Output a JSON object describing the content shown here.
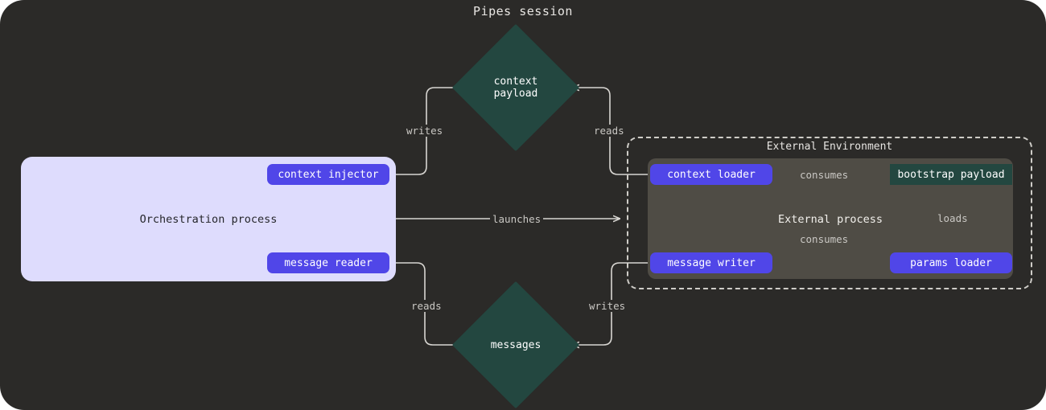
{
  "diagram": {
    "title": "Pipes session",
    "background_color": "#2b2a28",
    "accent_purple": "#5046e8",
    "accent_teal": "#234740",
    "accent_lavender": "#dedcfd",
    "accent_gray": "#4f4c45"
  },
  "orchestration": {
    "label": "Orchestration process",
    "nodes": [
      {
        "id": "context-injector",
        "label": "context injector"
      },
      {
        "id": "message-reader",
        "label": "message reader"
      }
    ]
  },
  "external_environment": {
    "label": "External Environment",
    "process_label": "External process",
    "nodes": [
      {
        "id": "context-loader",
        "label": "context loader"
      },
      {
        "id": "message-writer",
        "label": "message writer"
      },
      {
        "id": "params-loader",
        "label": "params loader"
      },
      {
        "id": "bootstrap-payload",
        "label": "bootstrap payload"
      }
    ]
  },
  "stores": [
    {
      "id": "context-payload",
      "line1": "context",
      "line2": "payload"
    },
    {
      "id": "messages",
      "line1": "messages",
      "line2": ""
    }
  ],
  "edges": [
    {
      "id": "writes-context",
      "label": "writes",
      "from": "context injector",
      "to": "context payload"
    },
    {
      "id": "reads-context",
      "label": "reads",
      "from": "context loader",
      "to": "context payload"
    },
    {
      "id": "launches",
      "label": "launches",
      "from": "Orchestration process",
      "to": "External Environment"
    },
    {
      "id": "reads-messages",
      "label": "reads",
      "from": "message reader",
      "to": "messages"
    },
    {
      "id": "writes-messages",
      "label": "writes",
      "from": "message writer",
      "to": "messages"
    },
    {
      "id": "consumes-context",
      "label": "consumes",
      "from": "context loader",
      "to": "bootstrap payload"
    },
    {
      "id": "consumes-writer",
      "label": "consumes",
      "from": "message writer",
      "to": "bootstrap payload"
    },
    {
      "id": "loads-params",
      "label": "loads",
      "from": "params loader",
      "to": "bootstrap payload"
    }
  ]
}
